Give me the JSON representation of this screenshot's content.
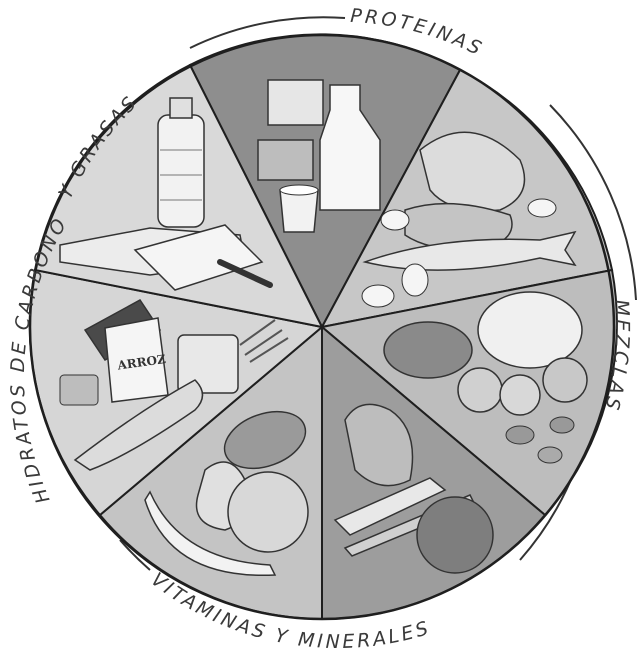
{
  "wheel": {
    "labels": {
      "proteinas": "PROTEINAS",
      "mezclas": "MEZCLAS",
      "vitaminas": "VITAMINAS Y MINERALES",
      "hidratos_top": "Y GRASAS",
      "hidratos_side": "HIDRATOS DE CARBONO"
    },
    "package_brand": "ARROZ"
  },
  "colors": {
    "ink": "#2f2f2f",
    "dark_wedge": "#8e8e8e",
    "mid_wedge": "#b3b3b3",
    "light_wedge": "#d2d2d2",
    "outline": "#1f1f1f"
  }
}
